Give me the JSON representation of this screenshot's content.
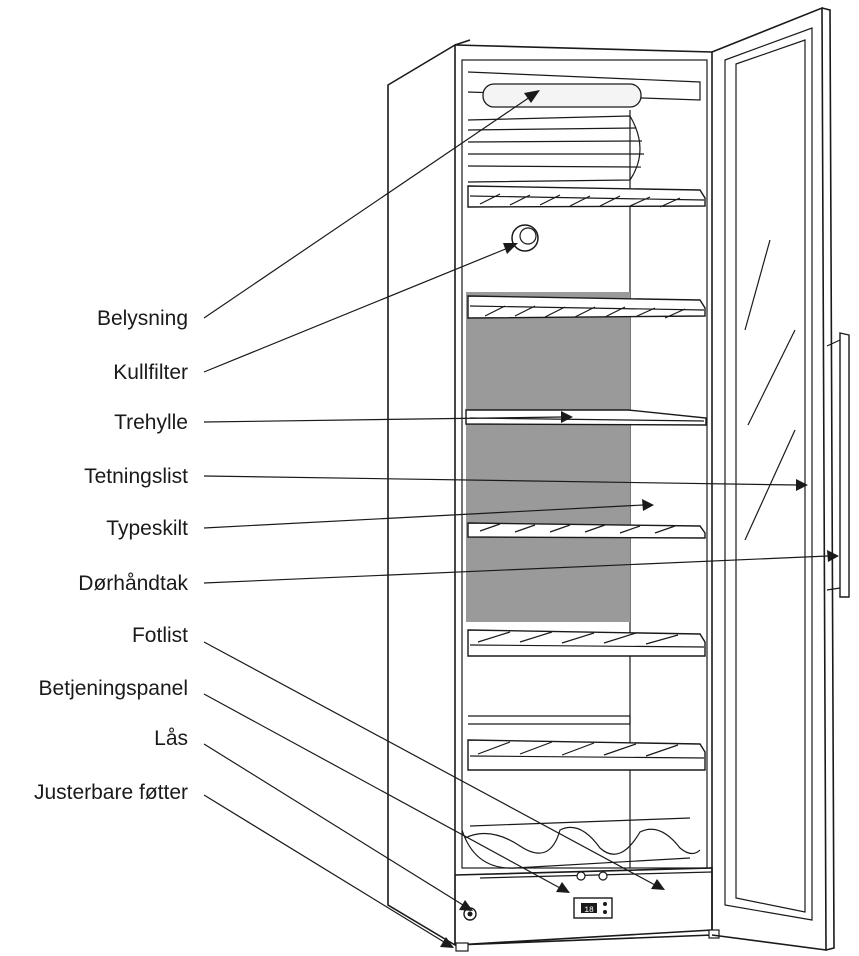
{
  "labels": [
    {
      "id": "lighting",
      "text": "Belysning"
    },
    {
      "id": "carbon-filter",
      "text": "Kullfilter"
    },
    {
      "id": "wood-shelf",
      "text": "Trehylle"
    },
    {
      "id": "door-seal",
      "text": "Tetningslist"
    },
    {
      "id": "rating-plate",
      "text": "Typeskilt"
    },
    {
      "id": "door-handle",
      "text": "Dørhåndtak"
    },
    {
      "id": "kick-plate",
      "text": "Fotlist"
    },
    {
      "id": "control-panel",
      "text": "Betjeningspanel"
    },
    {
      "id": "lock",
      "text": "Lås"
    },
    {
      "id": "adjustable-feet",
      "text": "Justerbare føtter"
    }
  ],
  "display": {
    "readout": "18"
  },
  "colors": {
    "line": "#1a1a1a",
    "back_panel": "#9a9a9a",
    "background": "#ffffff"
  }
}
